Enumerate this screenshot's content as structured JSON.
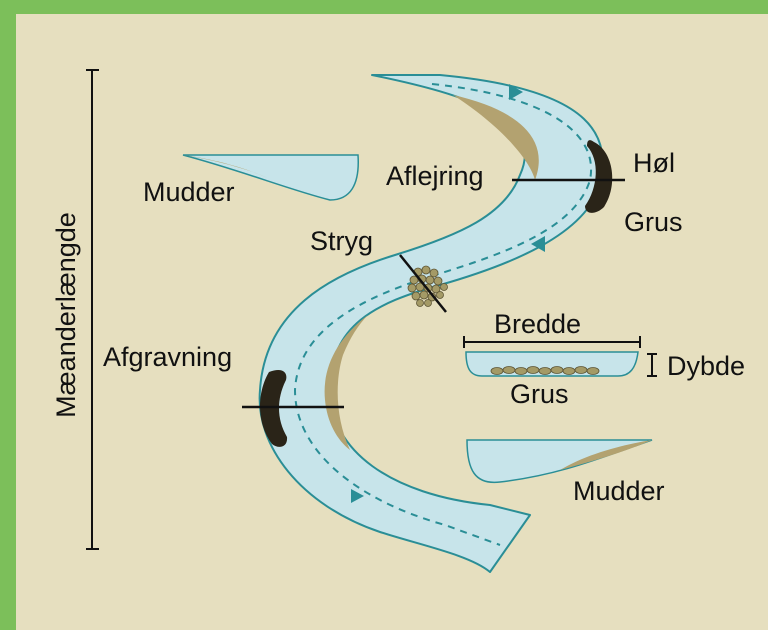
{
  "colors": {
    "frame": "#7cbf5a",
    "background": "#e6dfbf",
    "water": "#c7e4ea",
    "channel_edge": "#2a8e96",
    "sediment": "#b3a270",
    "pool": "#2a2418",
    "gravel": "#a49a66",
    "line": "#111111"
  },
  "labels": {
    "meander_length": "Mæanderlængde",
    "mud_top": "Mudder",
    "deposition": "Aflejring",
    "pool": "Høl",
    "gravel_right": "Grus",
    "riffle": "Stryg",
    "width": "Bredde",
    "depth": "Dybde",
    "gravel_section": "Grus",
    "erosion": "Afgravning",
    "mud_bottom": "Mudder"
  }
}
